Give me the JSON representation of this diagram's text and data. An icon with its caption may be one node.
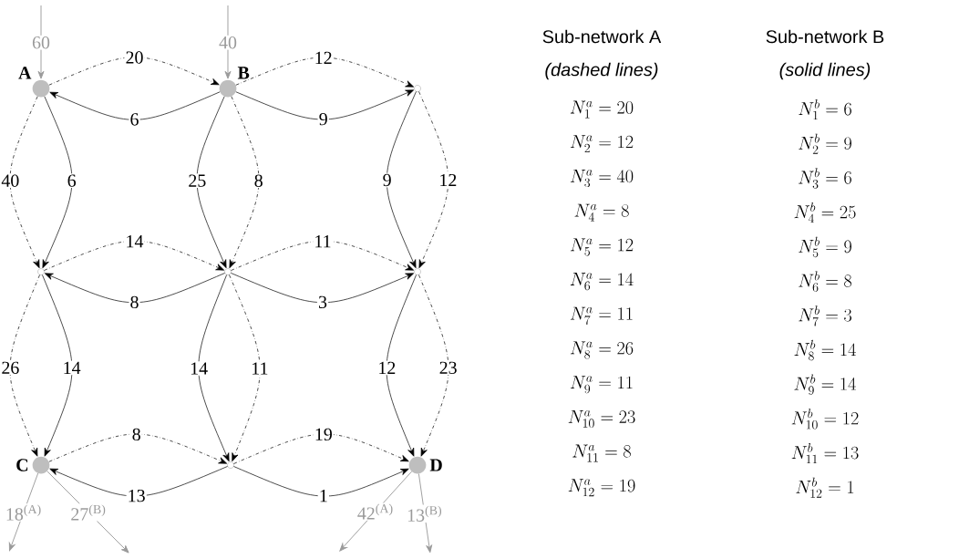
{
  "diagram": {
    "nodes": [
      {
        "text": [
          "A"
        ]
      },
      {
        "text": [
          "B"
        ]
      },
      {
        "text": [],
        "shape": "circle"
      },
      {
        "text": [],
        "shape": "circle"
      },
      {
        "text": [],
        "shape": "circle"
      },
      {
        "text": [],
        "shape": "circle"
      },
      {
        "text": [
          "C"
        ]
      },
      {
        "text": [],
        "shape": "circle"
      },
      {
        "text": [
          "D"
        ]
      }
    ],
    "edges": [
      {
        "from": 0,
        "to": 1,
        "arrow": "to",
        "label": "20",
        "style": "dashed"
      },
      {
        "from": 1,
        "to": 2,
        "arrow": "to",
        "label": "12",
        "style": "dashed"
      },
      {
        "from": 0,
        "to": 3,
        "arrow": "to",
        "label": "40",
        "style": "dashed"
      },
      {
        "from": 1,
        "to": 4,
        "arrow": "to",
        "label": "8",
        "style": "dashed"
      },
      {
        "from": 2,
        "to": 5,
        "arrow": "to",
        "label": "12",
        "style": "dashed"
      },
      {
        "from": 3,
        "to": 4,
        "arrow": "to",
        "label": "14",
        "style": "dashed"
      },
      {
        "from": 4,
        "to": 5,
        "arrow": "to",
        "label": "11",
        "style": "dashed"
      },
      {
        "from": 3,
        "to": 6,
        "arrow": "to",
        "label": "26",
        "style": "dashed"
      },
      {
        "from": 4,
        "to": 7,
        "arrow": "to",
        "label": "11",
        "style": "dashed"
      },
      {
        "from": 5,
        "to": 8,
        "arrow": "to",
        "label": "23",
        "style": "dashed"
      },
      {
        "from": 6,
        "to": 7,
        "arrow": "to",
        "label": "8",
        "style": "dashed"
      },
      {
        "from": 7,
        "to": 8,
        "arrow": "to",
        "label": "19",
        "style": "dashed"
      },
      {
        "from": 1,
        "to": 0,
        "arrow": "to",
        "label": "6"
      },
      {
        "from": 1,
        "to": 2,
        "arrow": "to",
        "label": "9"
      },
      {
        "from": 0,
        "to": 3,
        "arrow": "to",
        "label": "6"
      },
      {
        "from": 1,
        "to": 4,
        "arrow": "to",
        "label": "25"
      },
      {
        "from": 2,
        "to": 5,
        "arrow": "to",
        "label": "9"
      },
      {
        "from": 4,
        "to": 3,
        "arrow": "to",
        "label": "8"
      },
      {
        "from": 4,
        "to": 5,
        "arrow": "to",
        "label": "3"
      },
      {
        "from": 3,
        "to": 6,
        "arrow": "to",
        "label": "14"
      },
      {
        "from": 4,
        "to": 7,
        "arrow": "to",
        "label": "14"
      },
      {
        "from": 5,
        "to": 8,
        "arrow": "to",
        "label": "12"
      },
      {
        "from": 7,
        "to": 6,
        "arrow": "to",
        "label": "13"
      },
      {
        "from": 7,
        "to": 8,
        "arrow": "to",
        "label": "1"
      },
      {
        "from": null,
        "to": 0,
        "arrow": "to",
        "label": "60",
        "color": "#9a9a9a"
      },
      {
        "from": null,
        "to": 1,
        "arrow": "to",
        "label": "40",
        "color": "#9a9a9a"
      },
      {
        "from": 6,
        "to": null,
        "arrow": "to",
        "label": "18$^{(A)}$",
        "color": "#9a9a9a"
      },
      {
        "from": 6,
        "to": null,
        "arrow": "to",
        "label": "27$^{(B)}$",
        "color": "#9a9a9a"
      },
      {
        "from": 8,
        "to": null,
        "arrow": "to",
        "label": "42$^{(A)}$",
        "color": "#9a9a9a"
      },
      {
        "from": 8,
        "to": null,
        "arrow": "to",
        "label": "13$^{(B)}$",
        "color": "#9a9a9a"
      }
    ],
    "labels": [
      "Sub-network A",
      "Sub-network B",
      "(dashed lines)",
      "(solid lines)",
      "N^{a}_{1} = 20",
      "N^{b}_{1} = 6",
      "N^{a}_{2} = 12",
      "N^{b}_{2} = 9",
      "N^{a}_{3} = 40",
      "N^{b}_{3} = 6",
      "N^{a}_{4} = 8",
      "N^{b}_{4} = 25",
      "N^{a}_{5} = 12",
      "N^{b}_{5} = 9",
      "N^{a}_{6} = 14",
      "N^{b}_{6} = 8",
      "N^{a}_{7} = 11",
      "N^{b}_{7} = 3",
      "N^{a}_{8} = 26",
      "N^{b}_{8} = 14",
      "N^{a}_{9} = 11",
      "N^{b}_{9} = 14",
      "N^{a}_{10} = 23",
      "N^{b}_{10} = 12",
      "N^{a}_{11} = 8",
      "N^{b}_{11} = 13",
      "N^{a}_{12} = 19",
      "N^{b}_{12} = 1"
    ]
  }
}
